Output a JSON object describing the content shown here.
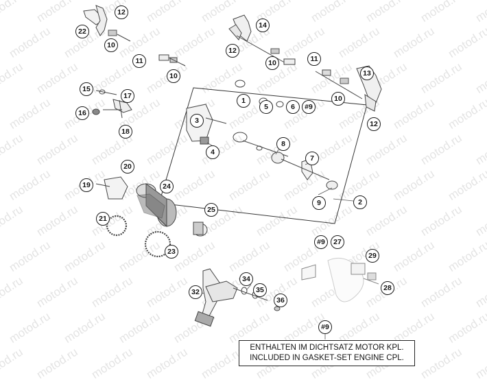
{
  "watermark": "motod.ru",
  "callouts": [
    "12",
    "22",
    "10",
    "14",
    "12",
    "10",
    "11",
    "11",
    "13",
    "10",
    "12",
    "11",
    "10",
    "15",
    "17",
    "16",
    "18",
    "1",
    "5",
    "6",
    "#9",
    "3",
    "8",
    "4",
    "7",
    "9",
    "2",
    "20",
    "19",
    "24",
    "21",
    "25",
    "23",
    "#9",
    "27",
    "29",
    "28",
    "34",
    "32",
    "35",
    "36",
    "#9"
  ],
  "note": {
    "line1": "ENTHALTEN IM DICHTSATZ MOTOR KPL.",
    "line2": "INCLUDED IN GASKET-SET ENGINE CPL."
  }
}
